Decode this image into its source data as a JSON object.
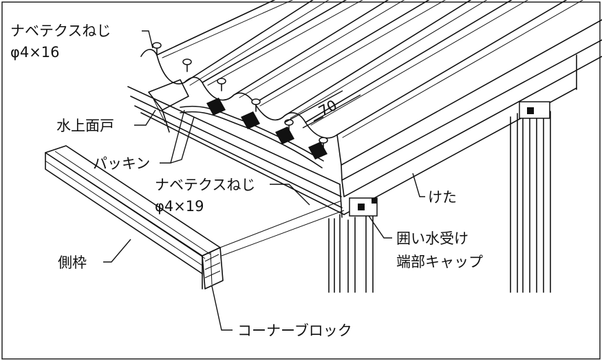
{
  "labels": {
    "screw_top_name": "ナベテクスねじ",
    "screw_top_size": "φ4×16",
    "water_face": "水上面戸",
    "packing": "パッキン",
    "screw_bottom_name": "ナベテクスねじ",
    "screw_bottom_size": "φ4×19",
    "beam": "けた",
    "gutter_cap_line1": "囲い水受け",
    "gutter_cap_line2": "端部キャップ",
    "side_frame": "側枠",
    "corner_block": "コーナーブロック",
    "dimension": "70"
  },
  "colors": {
    "ink": "#111111",
    "paper": "#ffffff"
  }
}
